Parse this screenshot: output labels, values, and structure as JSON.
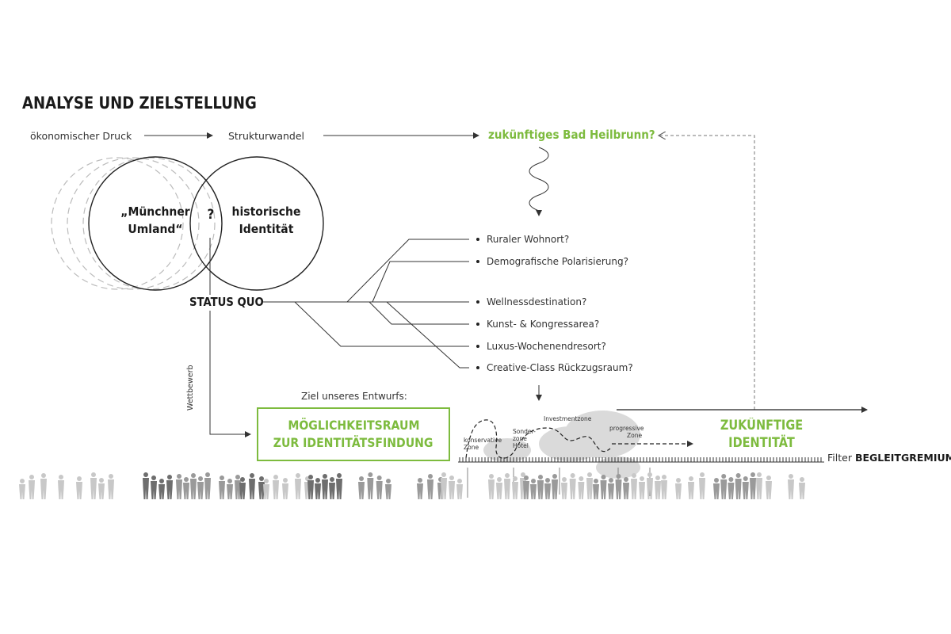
{
  "title": "ANALYSE UND ZIELSTELLUNG",
  "flow": {
    "druck": "ökonomischer Druck",
    "wandel": "Strukturwandel",
    "question": "zukünftiges Bad Heilbrunn?"
  },
  "circles": {
    "left_line1": "„Münchner",
    "left_line2": "Umland“",
    "intersection": "?",
    "right_line1": "historische",
    "right_line2": "Identität"
  },
  "status_quo": "STATUS QUO",
  "options": [
    "Ruraler Wohnort?",
    "Demografische Polarisierung?",
    "Wellnessdestination?",
    "Kunst- & Kongressarea?",
    "Luxus-Wochenendresort?",
    "Creative-Class Rückzugsraum?"
  ],
  "ziel_label": "Ziel unseres Entwurfs:",
  "box": {
    "line1": "MÖGLICHKEITSRAUM",
    "line2": "ZUR IDENTITÄTSFINDUNG"
  },
  "wettbewerb": "Wettbewerb",
  "zones": {
    "konservative_1": "konservative",
    "konservative_2": "Zone",
    "sonder_1": "Sonder-",
    "sonder_2": "zone",
    "sonder_3": "Hotel",
    "investment": "Investmentzone",
    "progressive_1": "progressive",
    "progressive_2": "Zone"
  },
  "future": {
    "line1": "ZUKÜNFTIGE",
    "line2": "IDENTITÄT"
  },
  "filter": {
    "prefix": "Filter",
    "name": "BEGLEITGREMIUM"
  },
  "colors": {
    "accent_green": "#7dbb3e",
    "line": "#333333",
    "people_light": "#c8c8c8",
    "people_dark": "#6e6e6e"
  },
  "icons": [
    "people-silhouettes",
    "wavy-arrow",
    "dashed-feedback-arrow"
  ]
}
